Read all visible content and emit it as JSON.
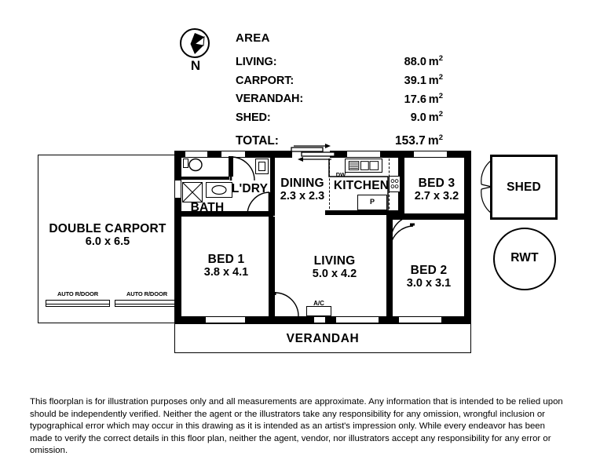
{
  "legend": {
    "compass_label": "N",
    "compass_icon": "compass-north-icon",
    "area_title": "AREA",
    "rows": [
      {
        "label": "LIVING:",
        "value": "88.0",
        "unit": "m",
        "sup": "2"
      },
      {
        "label": "CARPORT:",
        "value": "39.1",
        "unit": "m",
        "sup": "2"
      },
      {
        "label": "VERANDAH:",
        "value": "17.6",
        "unit": "m",
        "sup": "2"
      },
      {
        "label": "SHED:",
        "value": "9.0",
        "unit": "m",
        "sup": "2"
      }
    ],
    "total": {
      "label": "TOTAL:",
      "value": "153.7",
      "unit": "m",
      "sup": "2"
    }
  },
  "plan": {
    "carport": {
      "name": "DOUBLE CARPORT",
      "dim": "6.0 x 6.5"
    },
    "door_left": "AUTO R/DOOR",
    "door_right": "AUTO R/DOOR",
    "bath": {
      "name": "BATH"
    },
    "laundry": {
      "name": "L'DRY"
    },
    "dining": {
      "name": "DINING",
      "dim": "2.3 x 2.3"
    },
    "kitchen": {
      "name": "KITCHEN",
      "dishwasher": "DW",
      "pantry": "P"
    },
    "bed3": {
      "name": "BED 3",
      "dim": "2.7 x 3.2"
    },
    "bed2": {
      "name": "BED 2",
      "dim": "3.0 x 3.1"
    },
    "bed1": {
      "name": "BED 1",
      "dim": "3.8 x 4.1"
    },
    "living": {
      "name": "LIVING",
      "dim": "5.0 x 4.2"
    },
    "aircon": "A/C",
    "verandah": {
      "name": "VERANDAH"
    },
    "shed": {
      "name": "SHED"
    },
    "rwt": {
      "name": "RWT"
    }
  },
  "footer": {
    "disclaimer": "This floorplan is for illustration purposes only and all measurements are approximate. Any information that is intended to be relied upon should be independently verified. Neither the agent or the illustrators take any responsibility for any omission, wrongful inclusion or typographical error which may occur in this drawing as it is intended as an artist's impression only. While every endeavor has been made to verify the correct details in this floor plan, neither the agent, vendor, nor illustrators accept any responsibility for any error or omission."
  },
  "colors": {
    "ink": "#000000",
    "paper": "#ffffff"
  }
}
